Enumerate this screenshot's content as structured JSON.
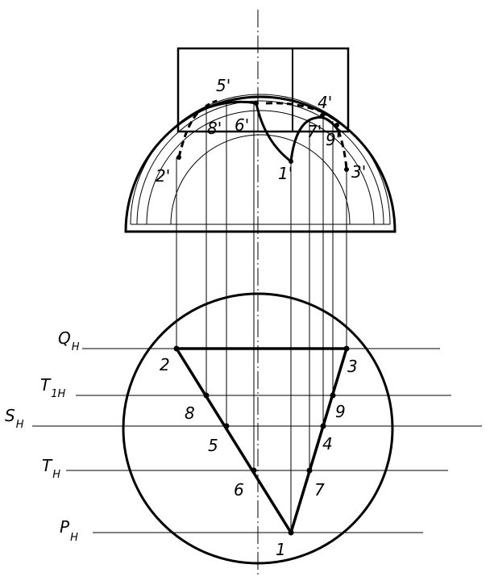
{
  "front_view": {
    "point_labels": [
      "1'",
      "2'",
      "3'",
      "4'",
      "5'",
      "6'",
      "7'",
      "8'",
      "9'"
    ]
  },
  "top_view": {
    "point_labels": [
      "1",
      "2",
      "3",
      "4",
      "5",
      "6",
      "7",
      "8",
      "9"
    ],
    "plane_traces": [
      {
        "letter": "Q",
        "subscript": "H"
      },
      {
        "letter": "T",
        "subscript": "1H"
      },
      {
        "letter": "S",
        "subscript": "H"
      },
      {
        "letter": "T",
        "subscript": "H"
      },
      {
        "letter": "P",
        "subscript": "H"
      }
    ]
  }
}
